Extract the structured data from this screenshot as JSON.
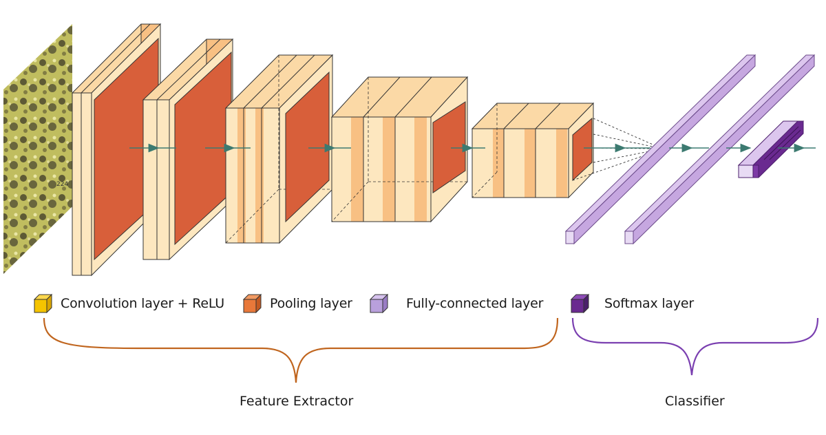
{
  "diagram": {
    "input_image_label": "224",
    "legend": [
      {
        "label": "Convolution layer + ReLU",
        "color": "#f5c400"
      },
      {
        "label": "Pooling layer",
        "color": "#e8783a"
      },
      {
        "label": "Fully-connected layer",
        "color": "#b9a0dc"
      },
      {
        "label": "Softmax layer",
        "color": "#6a2a90"
      }
    ],
    "groups": {
      "feature_extractor": "Feature Extractor",
      "classifier": "Classifier"
    },
    "colors": {
      "conv_front": "#fde7bf",
      "conv_stripe": "#f8c083",
      "conv_top": "#fbd9a6",
      "pool": "#d85f3a",
      "fc": "#c6a7e0",
      "softmax": "#6a2a90",
      "arrow": "#3c7a70",
      "brace_feature": "#c0651e",
      "brace_classifier": "#7a3fb0"
    }
  }
}
